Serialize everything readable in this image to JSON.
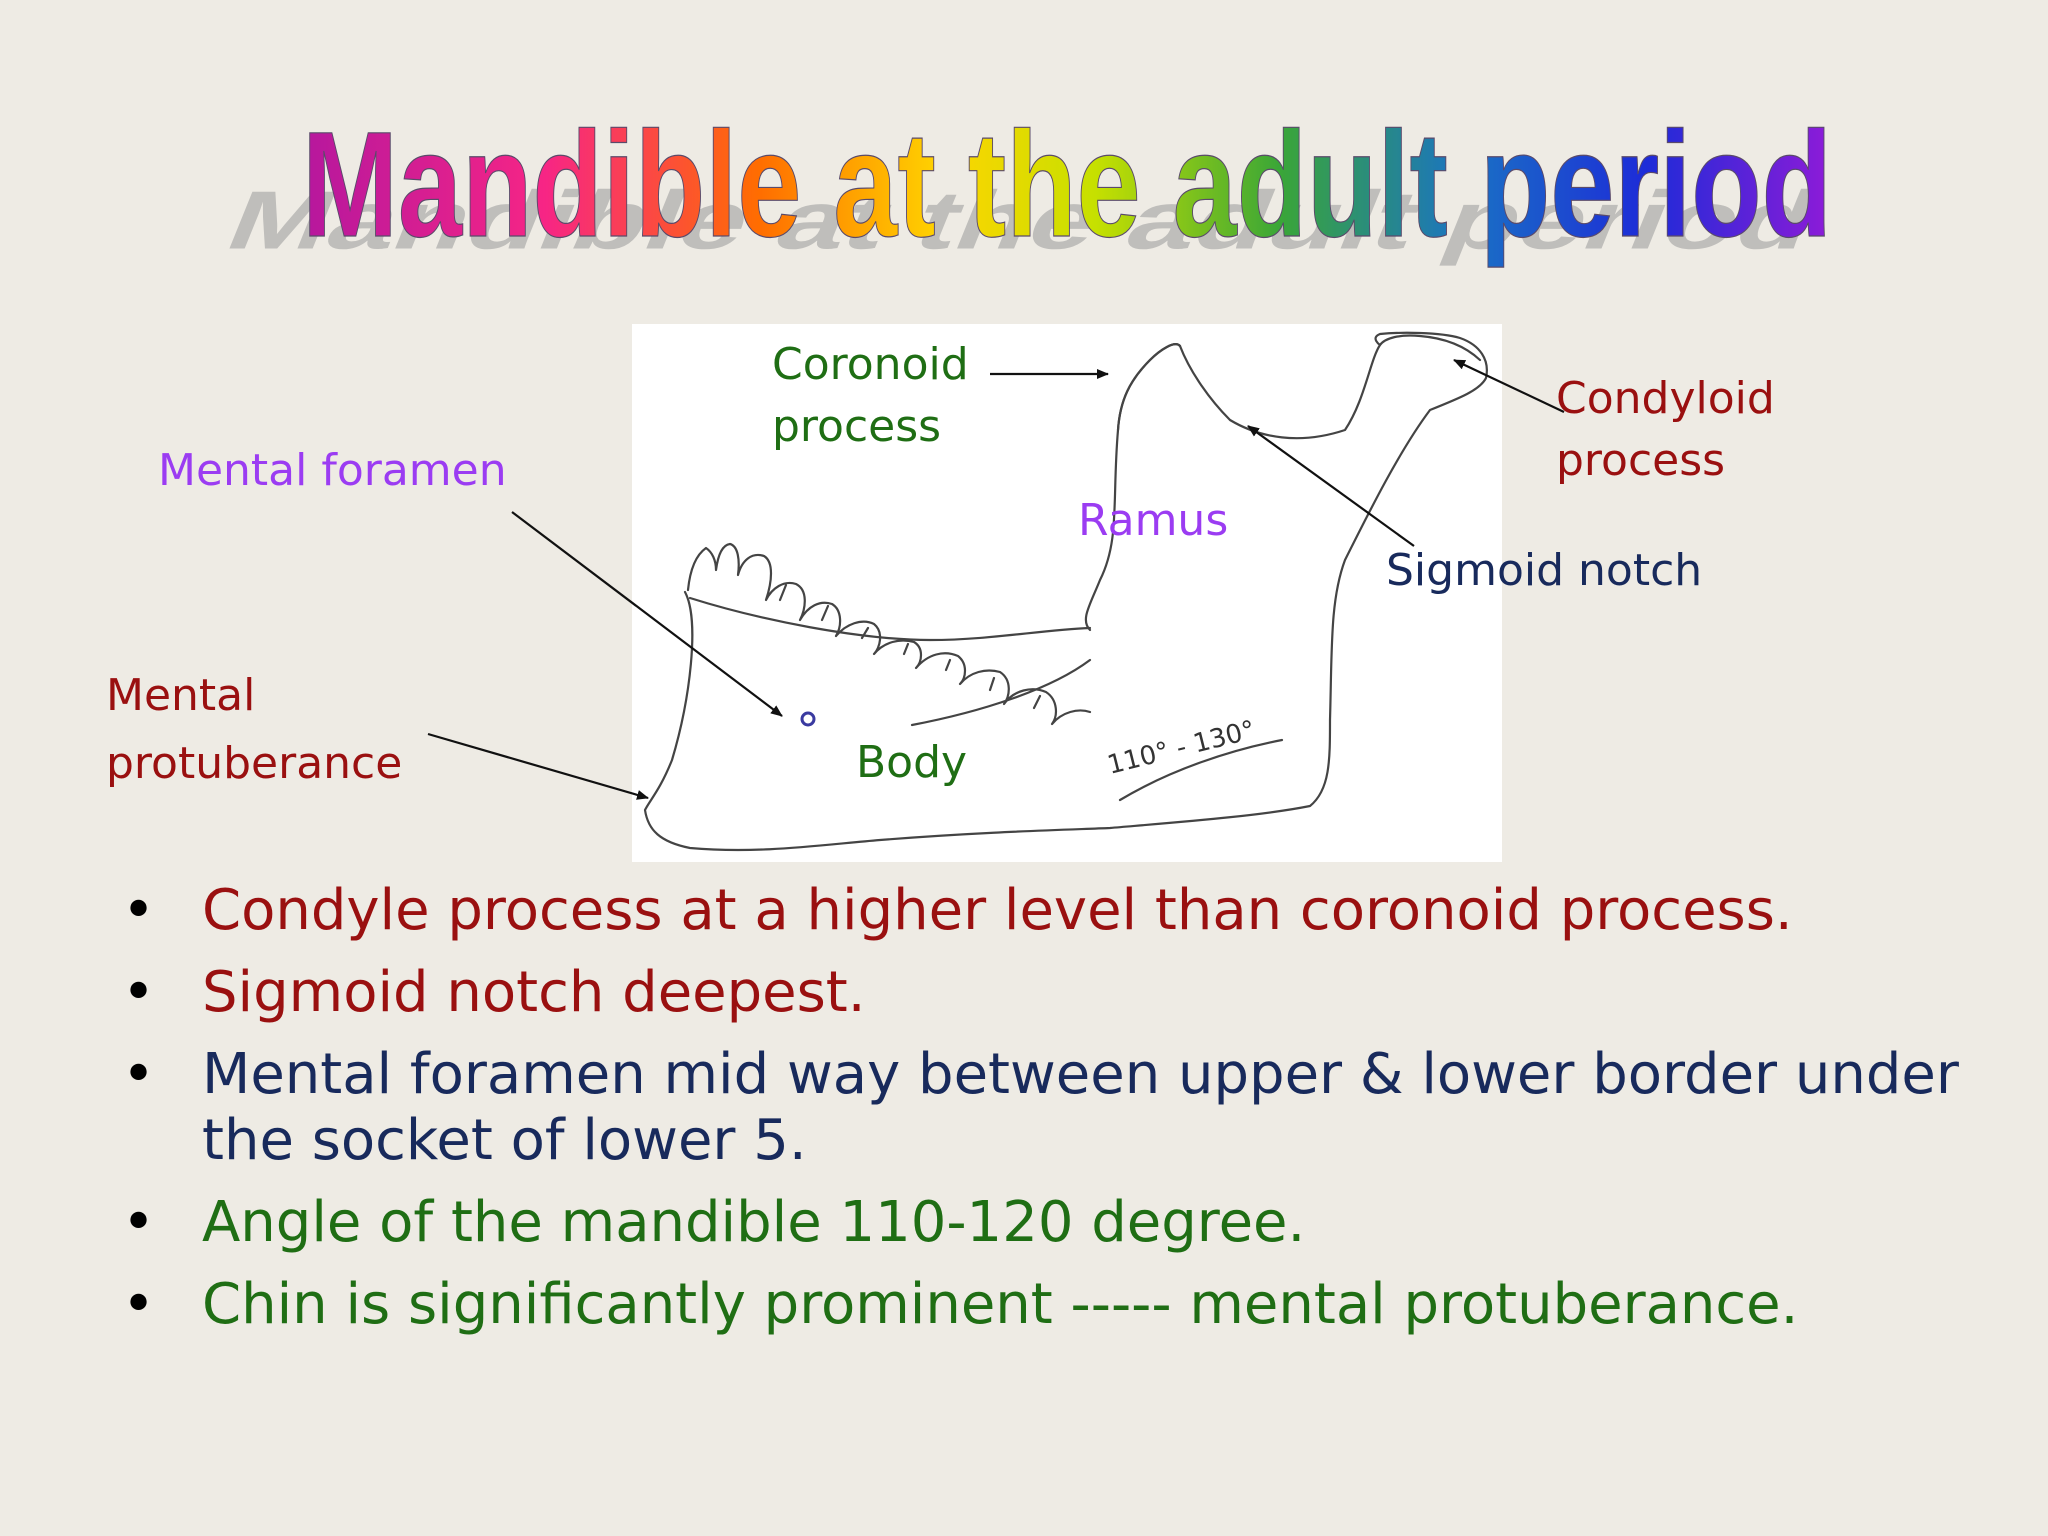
{
  "title": "Mandible at the adult period",
  "colors": {
    "background": "#eeebe4",
    "title_gradient": [
      "#b5179e",
      "#f72585",
      "#ff6d00",
      "#ffd500",
      "#c6e000",
      "#3aa637",
      "#1a73c4",
      "#1d2bd8",
      "#8e1bd8"
    ],
    "purple_label": "#9b3cf2",
    "green_label": "#1f6e14",
    "darkred_label": "#9a1010",
    "navy_label": "#182a5c"
  },
  "diagram": {
    "labels": {
      "coronoid": [
        "Coronoid",
        "process"
      ],
      "condyloid": [
        "Condyloid",
        "process"
      ],
      "mental_foramen": "Mental foramen",
      "ramus": "Ramus",
      "sigmoid_notch": "Sigmoid notch",
      "mental_protuberance": [
        "Mental",
        "protuberance"
      ],
      "body": "Body",
      "angle_annotation": "110° - 130°"
    }
  },
  "bullets": [
    {
      "text": "Condyle process at a higher level than coronoid process.",
      "color": "#9a1010"
    },
    {
      "text": "Sigmoid notch deepest.",
      "color": "#9a1010"
    },
    {
      "text": "Mental foramen mid way between upper & lower border under the socket of lower 5.",
      "color": "#182a5c"
    },
    {
      "text": "Angle of the mandible 110-120 degree.",
      "color": "#1f6e14"
    },
    {
      "text": "Chin is significantly prominent ----- mental protuberance.",
      "color": "#1f6e14"
    }
  ],
  "bullet_marker": "•"
}
